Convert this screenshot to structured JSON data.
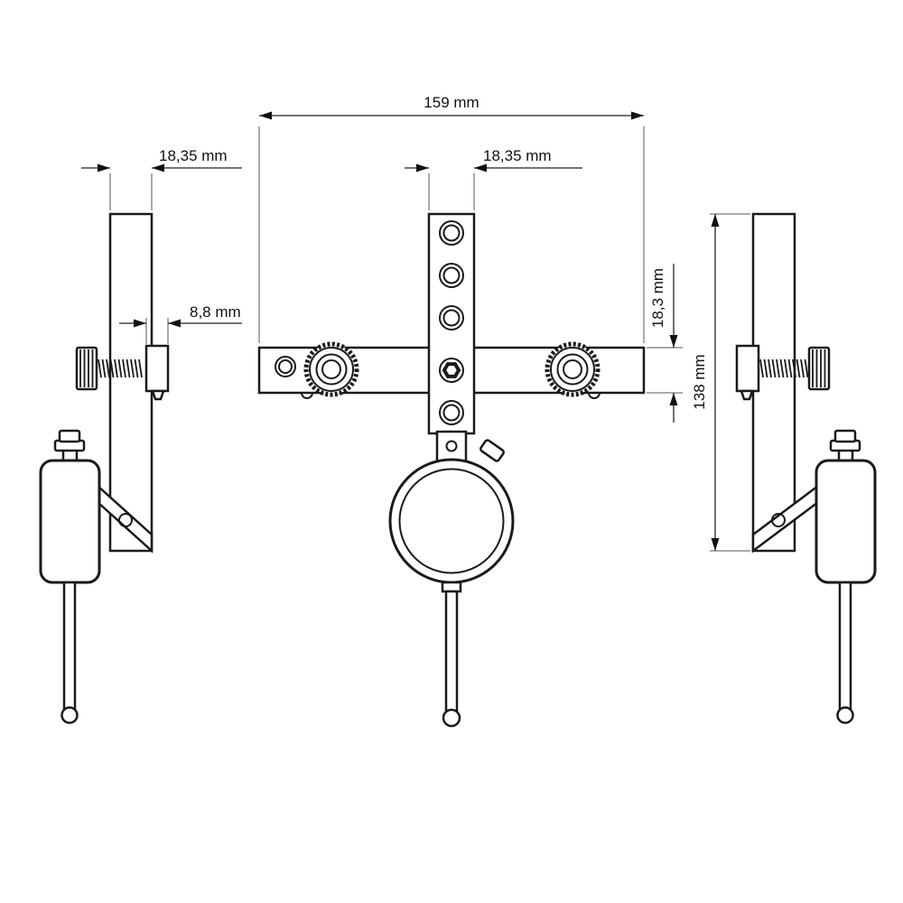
{
  "drawing": {
    "background": "#ffffff",
    "line_color": "#1a1a1a",
    "dimensions": {
      "front_total_width": "159 mm",
      "front_bar_width": "18,35 mm",
      "side_rail_width": "18,35 mm",
      "side_block_width": "8,8 mm",
      "front_bar_height": "18,3 mm",
      "side_rail_height": "138 mm"
    }
  }
}
